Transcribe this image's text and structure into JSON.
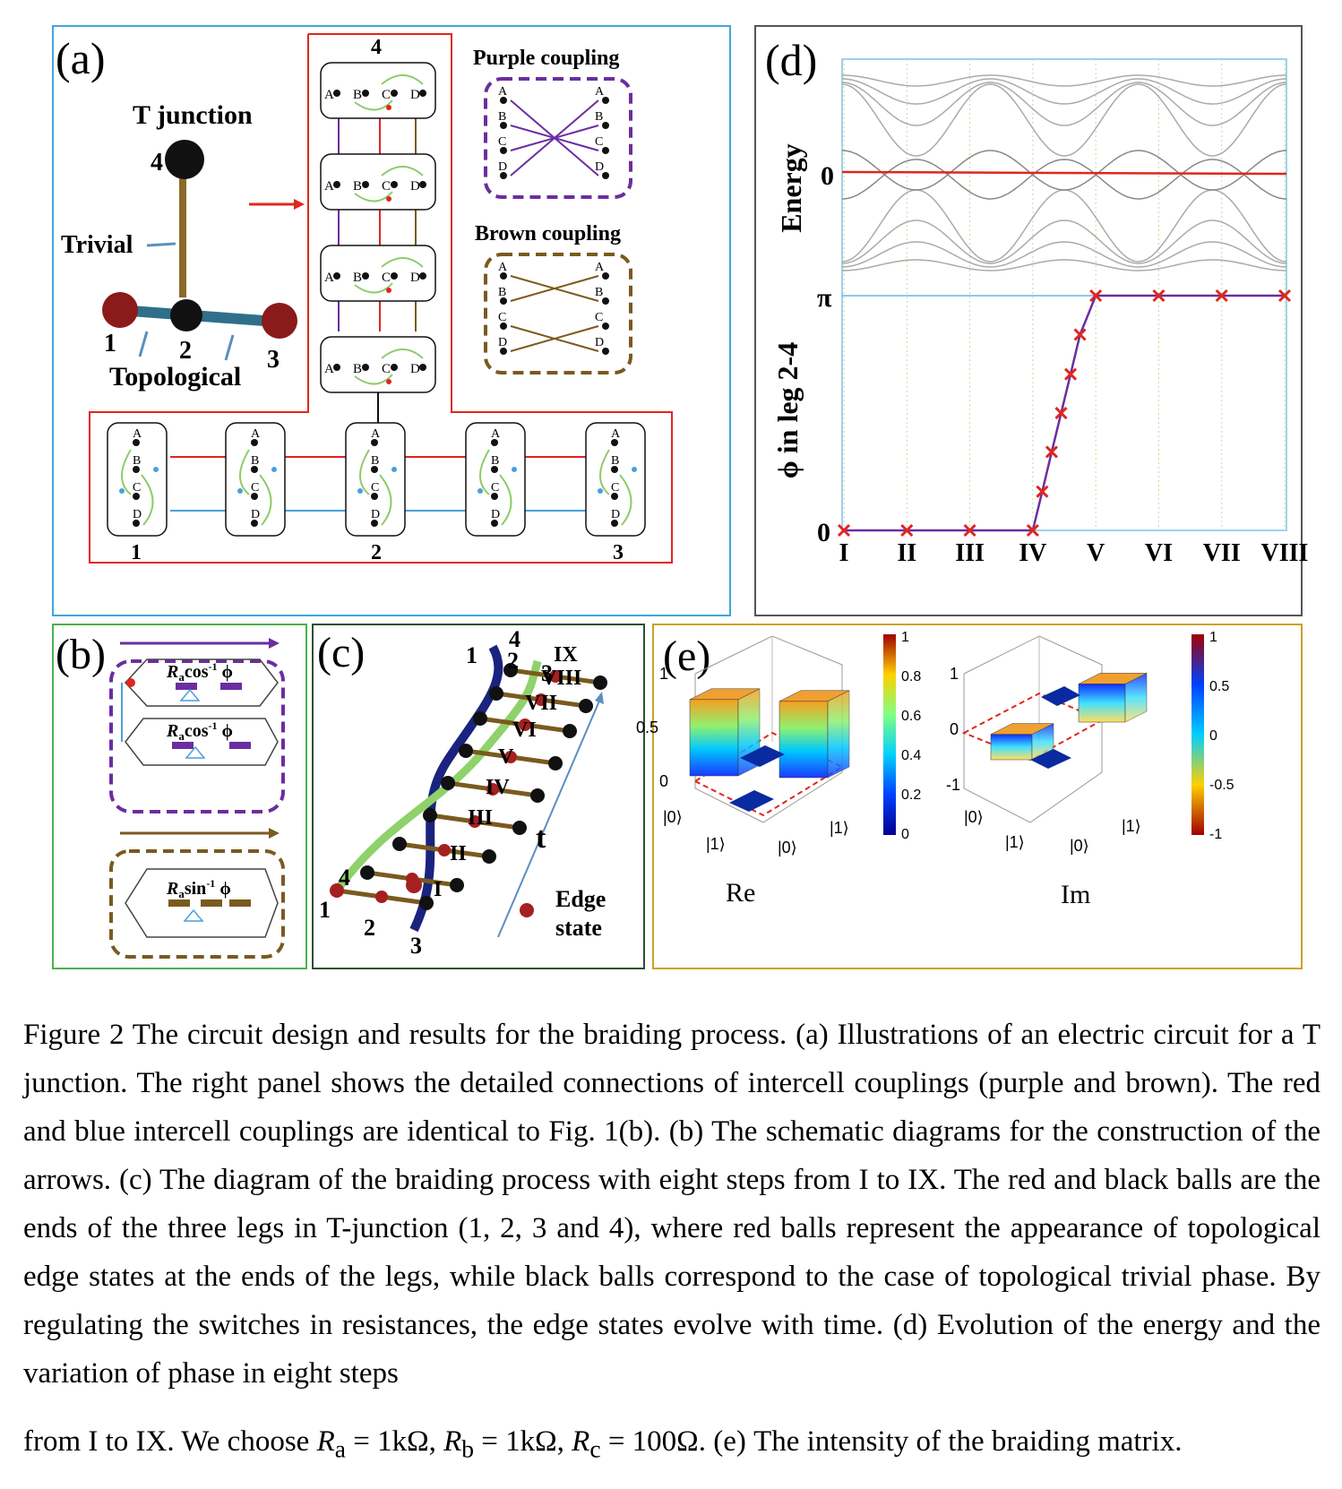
{
  "panel_a": {
    "label": "(a)",
    "t_junction_title": "T junction",
    "trivial_label": "Trivial",
    "topological_label": "Topological",
    "ball_labels": [
      "1",
      "2",
      "3",
      "4"
    ],
    "purple_title": "Purple coupling",
    "brown_title": "Brown coupling",
    "node_letters": [
      "A",
      "B",
      "C",
      "D"
    ],
    "top_cell_index": "4",
    "bottom_indices": [
      "1",
      "2",
      "3"
    ],
    "colors": {
      "red": "#e0261f",
      "blue": "#4aa0dc",
      "purple": "#6a2ea0",
      "brown": "#7a5a1e",
      "green": "#8ecb6a"
    }
  },
  "panel_b": {
    "label": "(b)",
    "formula_cos_1": "R",
    "formula_cos_1_sub": "a",
    "formula_cos_1_rest": "cos",
    "formula_cos_1_sup": "-1",
    "formula_cos_1_phi": " ϕ",
    "formula_cos_2": "R",
    "formula_cos_2_sub": "a",
    "formula_cos_2_rest": "cos",
    "formula_cos_2_sup": "-1",
    "formula_cos_2_phi": " ϕ",
    "formula_sin": "R",
    "formula_sin_sub": "a",
    "formula_sin_rest": "sin",
    "formula_sin_sup": "-1",
    "formula_sin_phi": " ϕ"
  },
  "panel_c": {
    "label": "(c)",
    "steps": [
      "I",
      "II",
      "III",
      "IV",
      "V",
      "VI",
      "VII",
      "VIII",
      "IX"
    ],
    "time_label": "t",
    "edge_label_1": "Edge",
    "edge_label_2": "state",
    "bottom_nums": [
      "1",
      "2",
      "3",
      "4"
    ],
    "top_nums": [
      "1",
      "2",
      "3",
      "4"
    ]
  },
  "panel_d": {
    "label": "(d)",
    "energy_label": "Energy",
    "phase_label": "ϕ in leg 2-4",
    "energy_zero": "0",
    "phase_pi": "π",
    "phase_zero": "0",
    "x_ticks": [
      "I",
      "II",
      "III",
      "IV",
      "V",
      "VI",
      "VII",
      "VIII"
    ]
  },
  "panel_e": {
    "label": "(e)",
    "re_title": "Re",
    "im_title": "Im",
    "re_zticks": [
      "1",
      "0.5",
      "0"
    ],
    "im_zticks": [
      "1",
      "0",
      "-1"
    ],
    "ket0": "|0⟩",
    "ket1": "|1⟩",
    "re_colorbar_ticks": [
      "1",
      "0.8",
      "0.6",
      "0.4",
      "0.2",
      "0"
    ],
    "im_colorbar_ticks": [
      "1",
      "0.5",
      "0",
      "-0.5",
      "-1"
    ]
  },
  "chart_data": [
    {
      "type": "line",
      "panel": "d-bottom",
      "x": [
        "I",
        "II",
        "III",
        "IV",
        "V",
        "VI",
        "VII",
        "VIII"
      ],
      "series": [
        {
          "values": [
            0,
            0,
            0,
            0,
            3.1416,
            3.1416,
            3.1416,
            3.1416
          ]
        }
      ],
      "transition_points": [
        {
          "x": 4.15,
          "y": 0.52
        },
        {
          "x": 4.3,
          "y": 1.05
        },
        {
          "x": 4.45,
          "y": 1.57
        },
        {
          "x": 4.6,
          "y": 2.09
        },
        {
          "x": 4.75,
          "y": 2.62
        }
      ],
      "ylabel": "ϕ in leg 2-4",
      "ylim": [
        0,
        3.1416
      ],
      "grid": "vertical"
    },
    {
      "type": "bar",
      "panel": "e-Re",
      "categories": [
        "|0⟩|0⟩",
        "|0⟩|1⟩",
        "|1⟩|0⟩",
        "|1⟩|1⟩"
      ],
      "values": [
        0.71,
        0,
        0,
        0.71
      ],
      "ylim": [
        0,
        1
      ]
    },
    {
      "type": "bar",
      "panel": "e-Im",
      "categories": [
        "|0⟩|0⟩",
        "|0⟩|1⟩",
        "|1⟩|0⟩",
        "|1⟩|1⟩"
      ],
      "values": [
        -0.71,
        0,
        0,
        0.71
      ],
      "ylim": [
        -1,
        1
      ]
    }
  ],
  "caption": {
    "body": "Figure 2 The circuit design and results for the braiding process. (a) Illustrations of an electric circuit for a T junction. The right panel shows the detailed connections of intercell couplings (purple and brown). The red and blue intercell couplings are identical to Fig. 1(b). (b) The schematic diagrams for the construction of the arrows. (c) The diagram of the braiding process with eight steps from I to IX. The red and black balls are the ends of the three legs in T-junction (1, 2, 3 and 4), where red balls represent the appearance of topological edge states at the ends of the legs, while black balls correspond to the case of topological trivial phase. By regulating the switches in resistances, the edge states evolve with time. (d) Evolution of the energy and the variation of phase in eight steps",
    "last_line_prefix": "from I to IX. We choose ",
    "ra": "R",
    "ra_sub": "a",
    "ra_val": " = 1kΩ, ",
    "rb": "R",
    "rb_sub": "b",
    "rb_val": " = 1kΩ, ",
    "rc": "R",
    "rc_sub": "c",
    "rc_val": " = 100Ω",
    "last_line_suffix": ". (e) The intensity of the braiding matrix."
  }
}
